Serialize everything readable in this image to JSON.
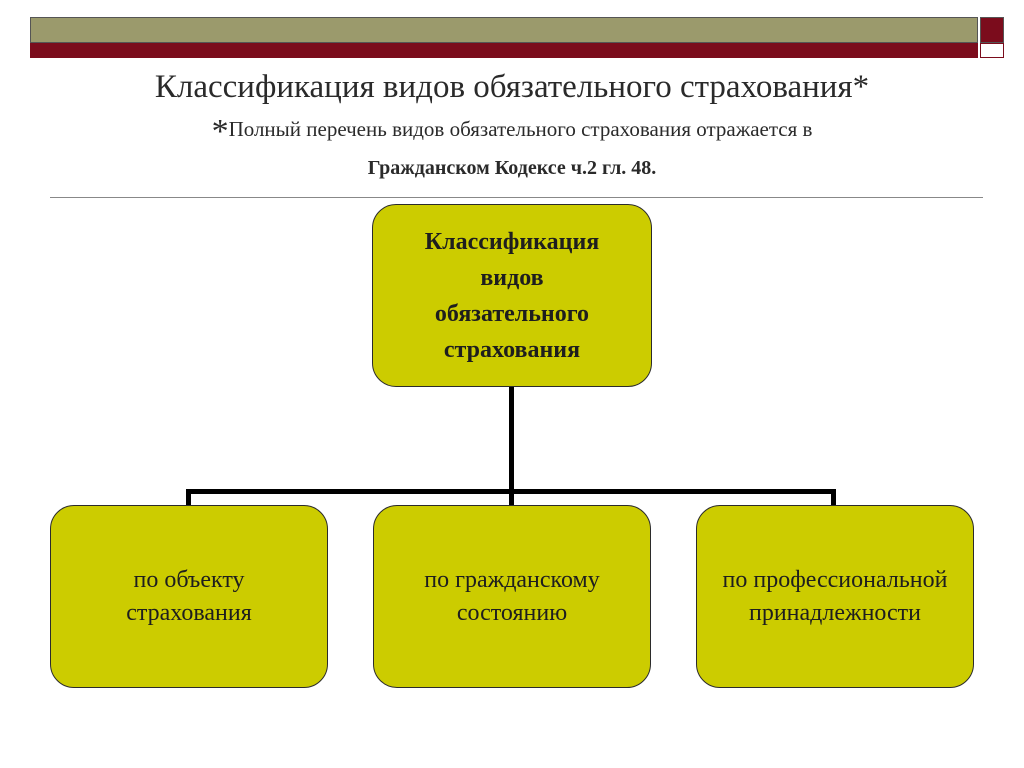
{
  "colors": {
    "header_olive": "#9b9a6c",
    "header_maroon": "#7b0c1c",
    "box_fill": "#cccc00",
    "box_border": "#2b2b2b",
    "connector": "#000000"
  },
  "header": {
    "title": "Классификация видов обязательного страхования*",
    "note_star": "*",
    "note_text": "Полный перечень видов обязательного страхования отражается в",
    "note_reference": "Гражданском Кодексе ч.2  гл. 48."
  },
  "diagram": {
    "root": {
      "lines": [
        "Классификация",
        "видов",
        "обязательного",
        "страхования"
      ]
    },
    "children": [
      {
        "lines": [
          "по объекту",
          "страхования"
        ]
      },
      {
        "lines": [
          "по гражданскому",
          "состоянию"
        ]
      },
      {
        "lines": [
          "по профессиональной",
          "принадлежности"
        ]
      }
    ]
  }
}
